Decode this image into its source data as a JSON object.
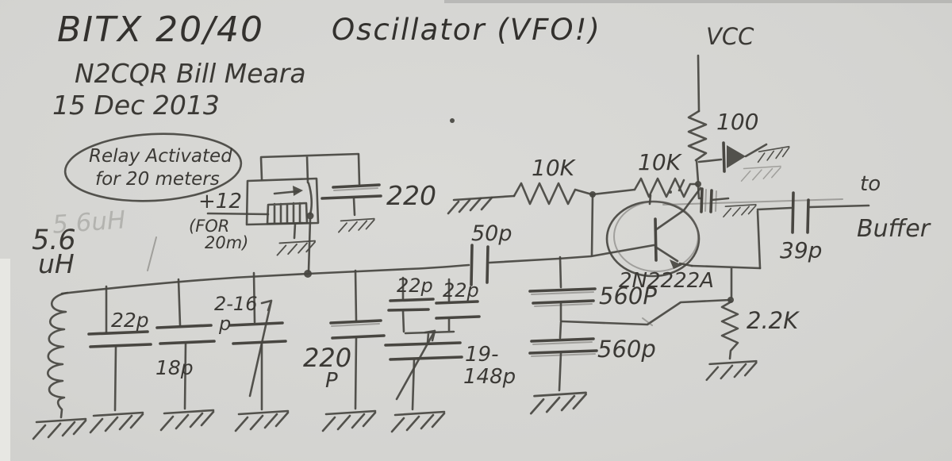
{
  "header": {
    "title": "BITX 20/40",
    "subtitle": "Oscillator (VFO!)",
    "author": "N2CQR Bill Meara",
    "date": "15 Dec 2013"
  },
  "annotations": {
    "relay_note_line1": "Relay Activated",
    "relay_note_line2": "for 20 meters",
    "relay_supply": "+12",
    "relay_supply_note1": "(FOR",
    "relay_supply_note2": "20m)",
    "vcc": "VCC",
    "output_line1": "to",
    "output_line2": "Buffer",
    "inductor_ghost": "5.6uH"
  },
  "components": {
    "inductor_line1": "5.6",
    "inductor_line2": "uH",
    "relay_cap": "220",
    "tank_cap1": "22p",
    "tank_cap2": "18p",
    "trimmer_line1": "2-16",
    "trimmer_line2": "p",
    "pad_cap_line1": "220",
    "pad_cap_line2": "P",
    "series_cap_a": "22p",
    "series_cap_b": "22p",
    "tune_cap_line1": "19-",
    "tune_cap_line2": "148p",
    "coupling_cap": "50p",
    "bias_r1": "10K",
    "bias_r2": "10K",
    "supply_r": "100",
    "emitter_r": "2.2K",
    "feedback_cap1": "560P",
    "feedback_cap2": "560p",
    "output_cap": "39p",
    "transistor": "2N2222A"
  }
}
